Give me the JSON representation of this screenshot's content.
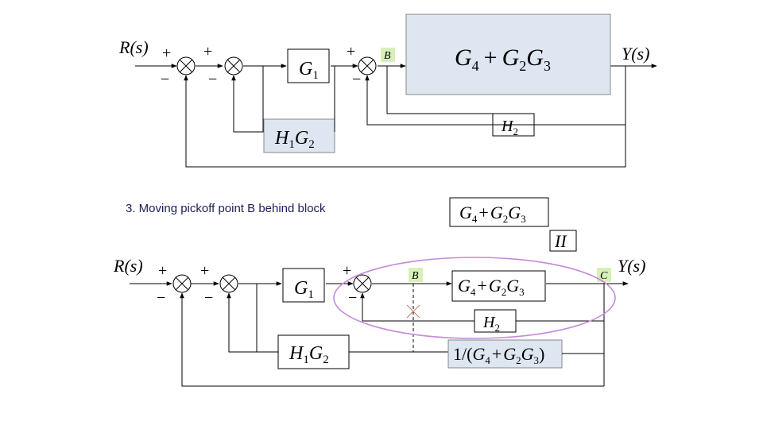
{
  "colors": {
    "block_fill": "#dde6f1",
    "point_label_fill": "#d8f0b8",
    "ellipse_stroke": "#c48ad8",
    "removed_mark": "#c98a7a"
  },
  "top_diagram": {
    "input_label": "R(s)",
    "output_label": "Y(s)",
    "sum1_signs": {
      "top": "+",
      "bottom": "−"
    },
    "sum2_signs": {
      "top": "+",
      "bottom": "−"
    },
    "sum3_signs": {
      "top": "+",
      "bottom": "−"
    },
    "block_g1": {
      "main": "G",
      "sub": "1"
    },
    "block_h1g2": {
      "main1": "H",
      "sub1": "1",
      "main2": "G",
      "sub2": "2"
    },
    "point_b": "B",
    "big_block": {
      "a": "G",
      "a_sub": "4",
      "plus": "+",
      "b": "G",
      "b_sub": "2",
      "c": "G",
      "c_sub": "3"
    },
    "block_h2": {
      "main": "H",
      "sub": "2"
    }
  },
  "caption": "3. Moving pickoff point B behind block",
  "floating_block": {
    "a": "G",
    "a_sub": "4",
    "plus": "+",
    "b": "G",
    "b_sub": "2",
    "c": "G",
    "c_sub": "3"
  },
  "region_label": "II",
  "bottom_diagram": {
    "input_label": "R(s)",
    "output_label": "Y(s)",
    "sum1_signs": {
      "top": "+",
      "bottom": "−"
    },
    "sum2_signs": {
      "top": "+",
      "bottom": "−"
    },
    "sum3_signs": {
      "top": "+",
      "bottom": "−"
    },
    "block_g1": {
      "main": "G",
      "sub": "1"
    },
    "block_h1g2": {
      "main1": "H",
      "sub1": "1",
      "main2": "G",
      "sub2": "2"
    },
    "point_b": "B",
    "point_c": "C",
    "forward_block": {
      "a": "G",
      "a_sub": "4",
      "plus": "+",
      "b": "G",
      "b_sub": "2",
      "c": "G",
      "c_sub": "3"
    },
    "block_h2": {
      "main": "H",
      "sub": "2"
    },
    "inverse_block": {
      "prefix": "1/(",
      "a": "G",
      "a_sub": "4",
      "plus": "+",
      "b": "G",
      "b_sub": "2",
      "c": "G",
      "c_sub": "3",
      "suffix": ")"
    }
  }
}
